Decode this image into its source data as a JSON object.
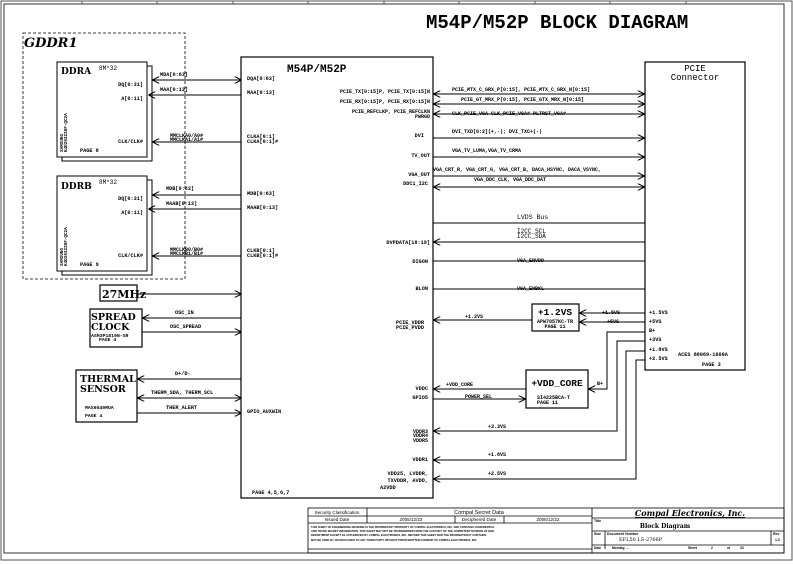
{
  "title": "M54P/M52P BLOCK DIAGRAM",
  "gddr_group_label": "GDDR1",
  "gpu": {
    "name": "M54P/M52P",
    "page": "PAGE 4,5,6,7",
    "left_pins": [
      "DQA[0:63]",
      "MAA[0:13]",
      "CLKA[0:1]",
      "CLKA[0:1]#",
      "MDB[0:63]",
      "MAAB[0:13]",
      "CLKB[0:1]",
      "CLKB[0:1]#",
      "GPIO_AUXWIN"
    ],
    "right_pins": [
      "PCIE_TX[0:15]P, PCIE_TX[0:15]N",
      "PCIE_RX[0:15]P, PCIE_RX[0:15]N",
      "PCIE_REFCLKP, PCIE_REFCLKN",
      "PWRGD",
      "DVI",
      "TV_OUT",
      "VGA_OUT",
      "DDC1_I2C",
      "DVPDATA[18:19]",
      "DIGON",
      "BLON",
      "PCIE_VDDR",
      "PCIE_PVDD",
      "VDDC",
      "GPIO5",
      "VDDR3",
      "VDDR4",
      "VDDR5",
      "VDDR1",
      "VDD25, LVDDR,",
      "TXVDDR, AVDD,",
      "A2VDD"
    ]
  },
  "ddra": {
    "name": "DDRA",
    "org": "8M*32",
    "pins": [
      "DQ[0:31]",
      "A[0:11]",
      "CLK/CLK#"
    ],
    "part": [
      "SAMSUNG",
      "K4D263238F-QC2A"
    ],
    "page": "PAGE 8",
    "signals": [
      "MDA[0:63]",
      "MAA[0:13]",
      "MMCLKA0/A0#",
      "MMCLKA1/A1#"
    ]
  },
  "ddrb": {
    "name": "DDRB",
    "org": "8M*32",
    "pins": [
      "DQ[0:31]",
      "A[0:11]",
      "CLK/CLK#"
    ],
    "part": [
      "SAMSUNG",
      "K4D263238F-QC2A"
    ],
    "page": "PAGE 9",
    "signals": [
      "MDB[0:63]",
      "MAAB[0:13]",
      "MMCLKB0/B0#",
      "MMCLKB1/B1#"
    ]
  },
  "clock": {
    "label": "27MHz"
  },
  "spread_clock": {
    "name_line1": "SPREAD",
    "name_line2": "CLOCK",
    "part": "ASM3P1819N-SR",
    "page": "PAGE 4",
    "signals": [
      "OSC_IN",
      "OSC_SPREAD"
    ]
  },
  "thermal": {
    "name_line1": "THERMAL",
    "name_line2": "SENSOR",
    "part": "MAX6649MUA",
    "page": "PAGE 4",
    "signals": [
      "D+/D-",
      "THERM_SDA, THERM_SCL",
      "THER_ALERT"
    ]
  },
  "pcie": {
    "name_line1": "PCIE",
    "name_line2": "Connector",
    "part": "ACES 88069-1600A",
    "page": "PAGE 3",
    "power_pins": [
      "+1.5VS",
      "+5VS",
      "B+",
      "+3VS",
      "+1.8VS",
      "+2.5VS"
    ]
  },
  "buses": {
    "pcie_tx": "PCIE_MTX_C_GRX_P[0:15], PCIE_MTX_C_GRX_N[0:15]",
    "pcie_rx": "PCIE_GT_MRX_P[0:15], PCIE_GTX_MRX_N[0:15]",
    "pcie_clk": "CLK_PCIE_VGA  CLK_PCIE_VGA#   PLTRST_VGA#",
    "dvi": "DVI_TXD[0:2](+,-); DVI_TXC+(-)",
    "tv": "VGA_TV_LUMA,VGA_TV_CRMA",
    "vga": "VGA_CRT_R, VGA_CRT_G, VGA_CRT_B, DACA_HSYNC, DACA_VSYNC,",
    "ddc": "VGA_DDC_CLK, VGA_DDC_DAT",
    "lvds": "LVDS Bus",
    "i2c_scl": "I2CC_SCL",
    "i2c_sda": "I2CC_SDA",
    "envdd": "VGA_ENVDD",
    "enbkl": "VGA_ENBKL"
  },
  "reg_1v2": {
    "name": "+1.2VS",
    "part": "APW7057KC-TR",
    "page": "PAGE 11",
    "out": "+1.2VS",
    "inputs": [
      "+1.5VS",
      "+5VS"
    ]
  },
  "reg_vddcore": {
    "name": "+VDD_CORE",
    "part": "SI4225BCA-T",
    "page": "PAGE 11",
    "out": "+VDD_CORE",
    "ctrl": "POWER_SEL",
    "input": "B+"
  },
  "rails": [
    "+3.3VS",
    "+1.8VS",
    "+2.5VS"
  ],
  "title_block": {
    "security_label": "Security Classification",
    "security_value": "Compal Secret Data",
    "issued_label": "Issued Date",
    "issued_value": "2005/12/22",
    "deciphered_label": "Deciphered Date",
    "deciphered_value": "2006/12/22",
    "notice": [
      "THIS SHEET OF ENGINEERING DRAWING IS THE PROPRIETARY PROPERTY OF COMPAL ELECTRONICS, INC. AND CONTAINS CONFIDENTIAL",
      "AND TRADE SECRET INFORMATION. THIS SHEET MAY NOT BE TRANSFERRED FROM THE CUSTODY OF THE COMPETENT DIVISION OF R&D",
      "DEPARTMENT EXCEPT AS AUTHORIZED BY COMPAL ELECTRONICS, INC. NEITHER THIS SHEET NOR THE INFORMATION IT CONTAINS",
      "MAY BE USED BY OR DISCLOSED TO ANY THIRD PARTY WITHOUT PRIOR WRITTEN CONSENT OF COMPAL ELECTRONICS, INC."
    ],
    "company": "Compal Electronics, Inc.",
    "title_label": "Title",
    "title_value": "Block Diagram",
    "size_label": "Size",
    "docnum_label": "Document Number",
    "docnum_value": "EFL50 LS-2766P",
    "rev_label": "Rev",
    "rev_value": "1.0",
    "date_label": "Date",
    "date_value": "Monday, ...",
    "sheet_label": "Sheet",
    "sheet_value": "2",
    "of_label": "of",
    "total_sheets": "33"
  }
}
